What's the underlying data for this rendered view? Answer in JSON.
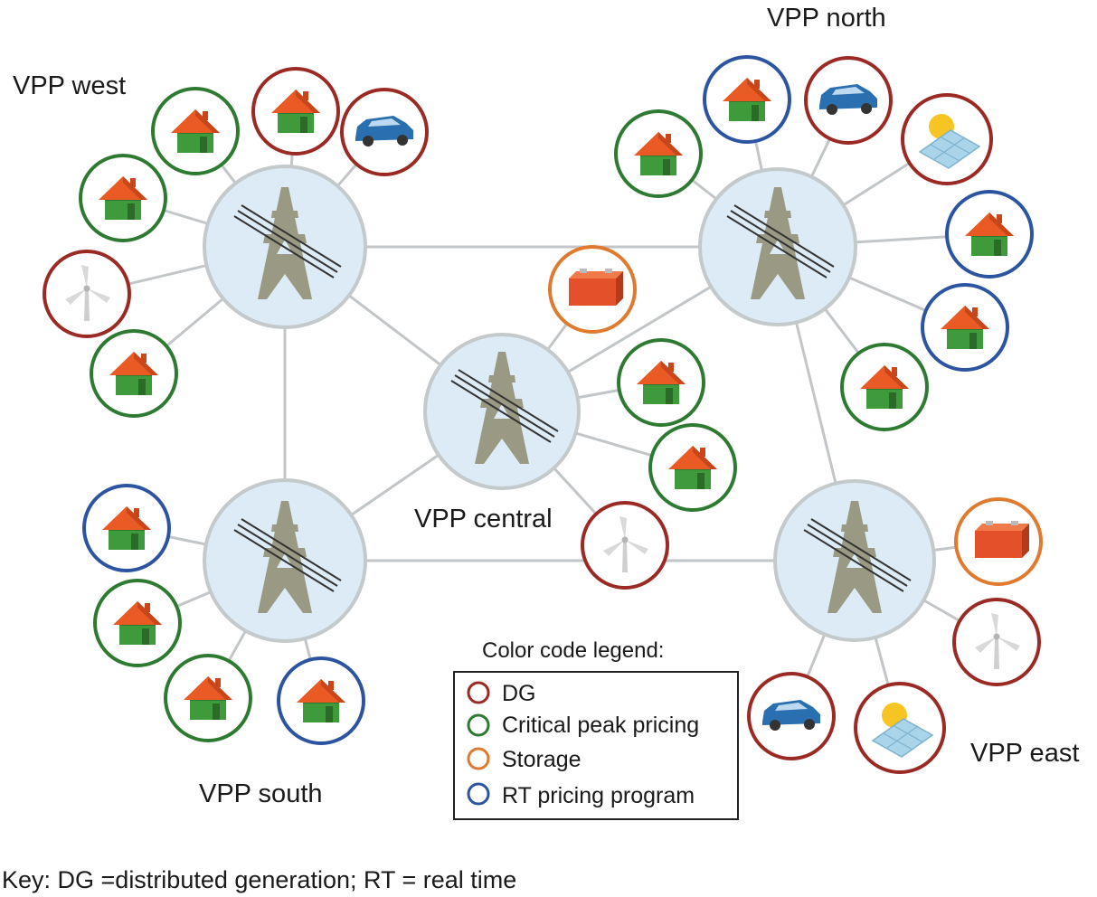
{
  "colors": {
    "dg": "#9b2a25",
    "critical_peak_pricing": "#2f7a32",
    "storage": "#df7a2e",
    "rt_pricing": "#2c54a0",
    "hub_fill": "#dcebf5",
    "hub_stroke": "#c4c9cc",
    "line": "#c2c6c8",
    "tower": "#9a9a84"
  },
  "hubs": [
    {
      "id": "west",
      "label": "VPP west"
    },
    {
      "id": "north",
      "label": "VPP north"
    },
    {
      "id": "central",
      "label": "VPP central"
    },
    {
      "id": "south",
      "label": "VPP south"
    },
    {
      "id": "east",
      "label": "VPP east"
    }
  ],
  "legend": {
    "title": "Color code legend:",
    "items": [
      {
        "label": "DG",
        "color": "#9b2a25"
      },
      {
        "label": "Critical peak pricing",
        "color": "#2f7a32"
      },
      {
        "label": "Storage",
        "color": "#df7a2e"
      },
      {
        "label": "RT pricing program",
        "color": "#2c54a0"
      }
    ]
  },
  "key_text": "Key: DG =distributed generation; RT = real time"
}
